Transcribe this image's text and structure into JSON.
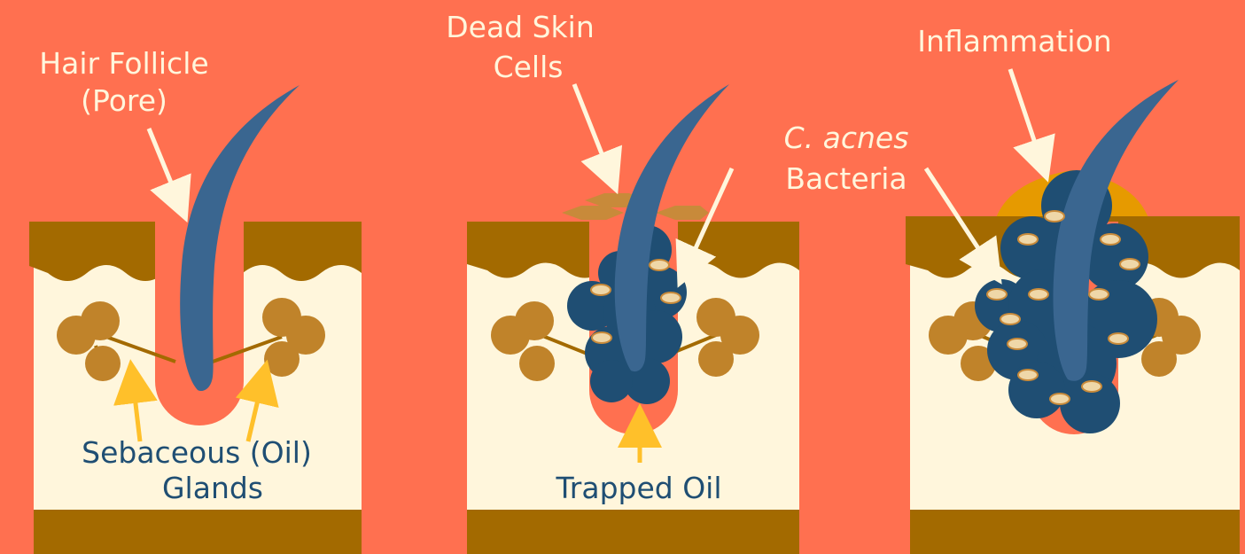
{
  "colors": {
    "background": "#FF7050",
    "epidermis": "#A36A00",
    "dermis": "#FFF6DC",
    "follicle": "#FF7050",
    "gland": "#C0832A",
    "hair": "#3A6690",
    "blockage": "#1F4E73",
    "arrow_light": "#FFF6DC",
    "arrow_yellow": "#FFC02A",
    "inflammation": "#E69A00",
    "dead_skin": "#C88A3A",
    "bacteria": "#EFD7A8"
  },
  "panels": [
    {
      "name": "normal-follicle",
      "labels": {
        "follicle_line1": "Hair Follicle",
        "follicle_line2": "(Pore)",
        "glands_line1": "Sebaceous (Oil)",
        "glands_line2": "Glands"
      }
    },
    {
      "name": "clogged-follicle",
      "labels": {
        "dead_skin_line1": "Dead Skin",
        "dead_skin_line2": "Cells",
        "trapped_oil": "Trapped Oil"
      }
    },
    {
      "name": "inflamed-follicle",
      "labels": {
        "inflammation": "Inflammation",
        "bacteria_line1": "C. acnes",
        "bacteria_line2": "Bacteria"
      }
    }
  ]
}
